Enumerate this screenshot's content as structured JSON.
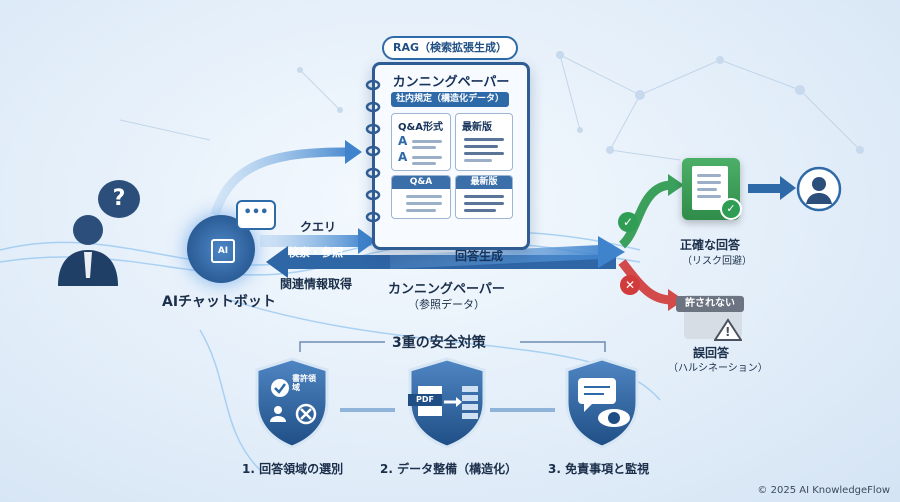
{
  "rag_label": "RAG（検索拡張生成）",
  "note": {
    "title": "カンニングペーパー",
    "subtitle": "社内規定（構造化データ）",
    "card1_title": "Q&A形式",
    "card1_letters": [
      "A",
      "A"
    ],
    "card2_title": "最新版",
    "card3_title": "Q&A",
    "card4_title": "最新版"
  },
  "flow": {
    "query": "クエリ",
    "search": "検索・参照",
    "fetch": "関連情報取得",
    "generate": "回答生成",
    "cheat_sheet": "カンニングペーパー",
    "reference": "（参照データ）"
  },
  "bot": {
    "label": "AIチャットボット",
    "chip": "AI",
    "bubble": "•••"
  },
  "user_bubble": "?",
  "correct": {
    "label": "正確な回答",
    "sub": "（リスク回避）"
  },
  "wrong": {
    "badge": "許されない",
    "label": "誤回答",
    "sub": "（ハルシネーション）",
    "warn": "!"
  },
  "safety": {
    "title": "3重の安全対策",
    "items": [
      {
        "label": "1. 回答領域の選別",
        "tag": "書許領域"
      },
      {
        "label": "2. データ整備（構造化）",
        "tag": "PDF"
      },
      {
        "label": "3. 免責事項と監視",
        "tag": ""
      }
    ]
  },
  "footer": "© 2025 AI KnowledgeFlow",
  "colors": {
    "navy": "#1f4e85",
    "blue": "#2f6aa8",
    "green": "#2f9e54",
    "red": "#d23b3b",
    "bg": "#e3eef9"
  }
}
